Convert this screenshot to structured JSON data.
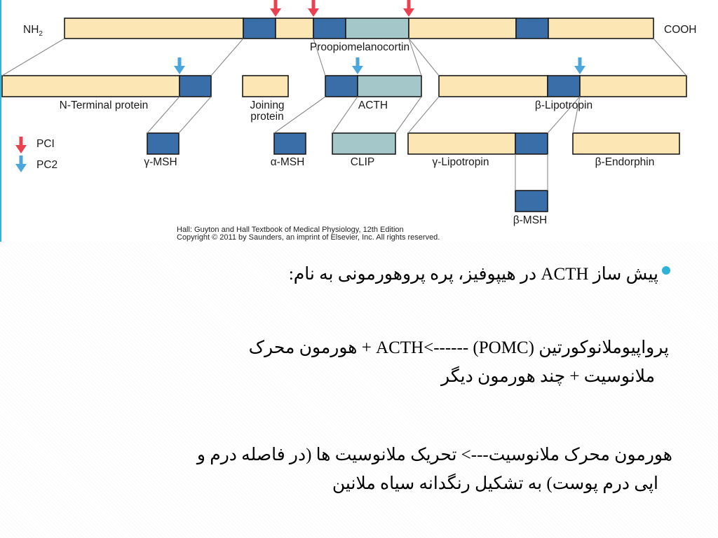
{
  "diagram": {
    "precursor": {
      "left_end": "NH",
      "left_end_sub": "2",
      "right_end": "COOH",
      "label": "Proopiomelanocortin"
    },
    "fragments": {
      "n_terminal": "N-Terminal protein",
      "joining_line1": "Joining",
      "joining_line2": "protein",
      "acth": "ACTH",
      "beta_lipotropin": "β-Lipotropin",
      "gamma_msh": "γ-MSH",
      "alpha_msh": "α-MSH",
      "clip": "CLIP",
      "gamma_lipotropin": "γ-Lipotropin",
      "beta_endorphin": "β-Endorphin",
      "beta_msh": "β-MSH"
    },
    "legend": {
      "pc1": "PCI",
      "pc2": "PC2"
    },
    "credit": {
      "line1": "Hall: Guyton and Hall Textbook of Medical Physiology, 12th Edition",
      "line2": "Copyright © 2011 by Saunders, an imprint of Elsevier, Inc. All rights reserved."
    },
    "colors": {
      "cream": "#fce6b4",
      "blue": "#3a6ea8",
      "clip": "#a4c8c9",
      "pc1_arrow": "#e8414f",
      "pc2_arrow": "#4aa6dc"
    }
  },
  "text": {
    "bullet": "پیش ساز ACTH در هیپوفیز، پره پروهورمونی به نام:",
    "pomc_line1": "پرواپیوملانوکورتین (POMC) ------>ACTH +  هورمون محرک",
    "pomc_line2": "ملانوسیت + چند هورمون دیگر",
    "msh_line1": "هورمون محرک ملانوسیت---> تحریک ملانوسیت ها (در فاصله درم و",
    "msh_line2": "اپی درم پوست) به تشکیل رنگدانه سیاه ملانین"
  }
}
